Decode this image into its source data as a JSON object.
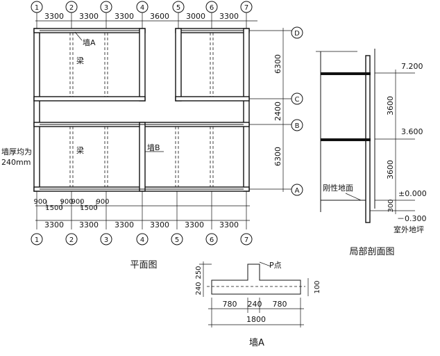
{
  "plan": {
    "title": "平面图",
    "top_axes": [
      "1",
      "2",
      "3",
      "4",
      "5",
      "6",
      "7"
    ],
    "top_dims": [
      "3300",
      "3300",
      "3300",
      "3600",
      "3000",
      "3300"
    ],
    "bottom_axes": [
      "1",
      "2",
      "3",
      "4",
      "5",
      "6",
      "7"
    ],
    "bottom_dims": [
      "3300",
      "3300",
      "3300",
      "3300",
      "3300",
      "3300"
    ],
    "sub_dims": [
      "900",
      "1500",
      "900",
      "900",
      "1500",
      "900"
    ],
    "right_axes": [
      "D",
      "C",
      "B",
      "A"
    ],
    "right_dims": [
      "6300",
      "2400",
      "6300"
    ],
    "labels": {
      "wall_a": "墙A",
      "wall_b": "墙B",
      "beam_1": "梁",
      "beam_2": "梁",
      "wall_thickness_1": "墙厚均为",
      "wall_thickness_2": "240mm"
    }
  },
  "section": {
    "title": "局部剖面图",
    "levels": [
      "7.200",
      "3.600",
      "±0.000",
      "－0.300"
    ],
    "dims": [
      "3600",
      "3600",
      "300"
    ],
    "labels": {
      "ground": "刚性地面",
      "outdoor": "室外地坪"
    }
  },
  "wall_a": {
    "title": "墙A",
    "point": "P点",
    "dims": [
      "780",
      "240",
      "780"
    ],
    "total": "1800",
    "left_dims": [
      "250",
      "240"
    ],
    "right_dim": "100"
  }
}
